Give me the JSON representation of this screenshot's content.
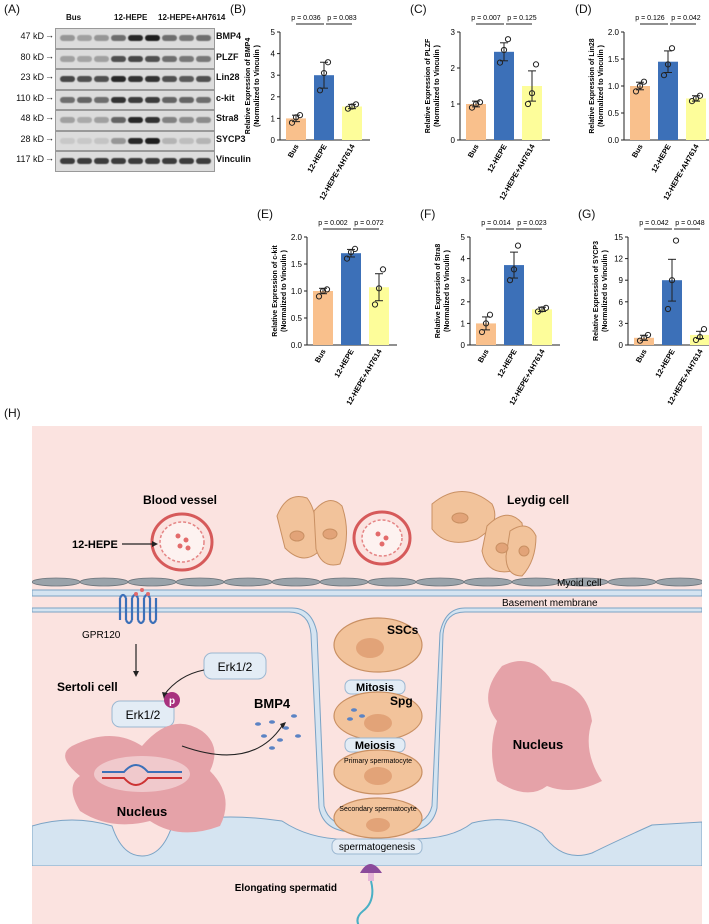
{
  "panels": {
    "a": "(A)",
    "b": "(B)",
    "c": "(C)",
    "d": "(D)",
    "e": "(E)",
    "f": "(F)",
    "g": "(G)",
    "h": "(H)"
  },
  "blot": {
    "groups": [
      "Bus",
      "12-HEPE",
      "12-HEPE+AH7614"
    ],
    "rows": [
      {
        "kd": "47 kD",
        "protein": "BMP4",
        "intensity": [
          0.35,
          0.3,
          0.35,
          0.55,
          0.9,
          0.95,
          0.55,
          0.5,
          0.55
        ]
      },
      {
        "kd": "80 kD",
        "protein": "PLZF",
        "intensity": [
          0.3,
          0.28,
          0.3,
          0.7,
          0.75,
          0.7,
          0.55,
          0.5,
          0.5
        ]
      },
      {
        "kd": "23 kD",
        "protein": "Lin28",
        "intensity": [
          0.75,
          0.7,
          0.7,
          0.9,
          0.85,
          0.85,
          0.7,
          0.65,
          0.7
        ]
      },
      {
        "kd": "110 kD",
        "protein": "c-kit",
        "intensity": [
          0.55,
          0.6,
          0.55,
          0.85,
          0.8,
          0.8,
          0.6,
          0.6,
          0.55
        ]
      },
      {
        "kd": "48 kD",
        "protein": "Stra8",
        "intensity": [
          0.3,
          0.25,
          0.3,
          0.6,
          0.9,
          0.85,
          0.45,
          0.4,
          0.4
        ]
      },
      {
        "kd": "28 kD",
        "protein": "SYCP3",
        "intensity": [
          0.1,
          0.1,
          0.12,
          0.35,
          0.9,
          0.95,
          0.2,
          0.15,
          0.2
        ]
      },
      {
        "kd": "117 kD",
        "protein": "Vinculin",
        "intensity": [
          0.8,
          0.8,
          0.8,
          0.8,
          0.8,
          0.8,
          0.8,
          0.8,
          0.8
        ]
      }
    ]
  },
  "chart_data": [
    {
      "type": "bar",
      "panel": "(B)",
      "categories": [
        "Bus",
        "12-HEPE",
        "12-HEPE+AH7614"
      ],
      "values": [
        1.0,
        3.0,
        1.55
      ],
      "errors": [
        0.15,
        0.6,
        0.1
      ],
      "points": [
        [
          0.8,
          1.05,
          1.15
        ],
        [
          2.3,
          3.1,
          3.6
        ],
        [
          1.45,
          1.55,
          1.65
        ]
      ],
      "ylabel_1": "Relative  Expression of BMP4",
      "ylabel_2": "(Normalized to Vinculin )",
      "ylim": [
        0,
        5
      ],
      "yticks": [
        "0",
        "1",
        "2",
        "3",
        "4",
        "5"
      ],
      "p_left": "p = 0.036",
      "p_right": "p = 0.083"
    },
    {
      "type": "bar",
      "panel": "(C)",
      "categories": [
        "Bus",
        "12-HEPE",
        "12-HEPE+AH7614"
      ],
      "values": [
        1.0,
        2.45,
        1.5
      ],
      "errors": [
        0.08,
        0.25,
        0.42
      ],
      "points": [
        [
          0.9,
          1.0,
          1.05
        ],
        [
          2.15,
          2.5,
          2.8
        ],
        [
          1.0,
          1.3,
          2.1
        ]
      ],
      "ylabel_1": "Relative  Expression of PLZF",
      "ylabel_2": "(Normalized to Vinculin )",
      "ylim": [
        0,
        3
      ],
      "yticks": [
        "0",
        "1",
        "2",
        "3"
      ],
      "p_left": "p = 0.007",
      "p_right": "p = 0.125"
    },
    {
      "type": "bar",
      "panel": "(D)",
      "categories": [
        "Bus",
        "12-HEPE",
        "12-HEPE+AH7614"
      ],
      "values": [
        1.0,
        1.45,
        0.77
      ],
      "errors": [
        0.07,
        0.2,
        0.05
      ],
      "points": [
        [
          0.9,
          1.0,
          1.08
        ],
        [
          1.2,
          1.4,
          1.7
        ],
        [
          0.72,
          0.77,
          0.82
        ]
      ],
      "ylabel_1": "Relative  Expression of Lin28",
      "ylabel_2": "(Normalized to Vinculin )",
      "ylim": [
        0,
        2.0
      ],
      "yticks": [
        "0.0",
        "0.5",
        "1.0",
        "1.5",
        "2.0"
      ],
      "p_left": "p = 0.126",
      "p_right": "p = 0.042"
    },
    {
      "type": "bar",
      "panel": "(E)",
      "categories": [
        "Bus",
        "12-HEPE",
        "12-HEPE+AH7614"
      ],
      "values": [
        1.0,
        1.7,
        1.07
      ],
      "errors": [
        0.05,
        0.07,
        0.25
      ],
      "points": [
        [
          0.9,
          1.0,
          1.03
        ],
        [
          1.6,
          1.72,
          1.78
        ],
        [
          0.75,
          1.05,
          1.4
        ]
      ],
      "ylabel_1": "Relative  Expression of c-kit",
      "ylabel_2": "(Normalized to Vinculin )",
      "ylim": [
        0,
        2.0
      ],
      "yticks": [
        "0.0",
        "0.5",
        "1.0",
        "1.5",
        "2.0"
      ],
      "p_left": "p = 0.002",
      "p_right": "p = 0.072"
    },
    {
      "type": "bar",
      "panel": "(F)",
      "categories": [
        "Bus",
        "12-HEPE",
        "12-HEPE+AH7614"
      ],
      "values": [
        1.0,
        3.7,
        1.65
      ],
      "errors": [
        0.3,
        0.6,
        0.1
      ],
      "points": [
        [
          0.6,
          1.0,
          1.4
        ],
        [
          3.0,
          3.5,
          4.6
        ],
        [
          1.55,
          1.65,
          1.72
        ]
      ],
      "ylabel_1": "Relative  Expression of Stra8",
      "ylabel_2": "(Normalized to Vinculin )",
      "ylim": [
        0,
        5
      ],
      "yticks": [
        "0",
        "1",
        "2",
        "3",
        "4",
        "5"
      ],
      "p_left": "p = 0.014",
      "p_right": "p = 0.023"
    },
    {
      "type": "bar",
      "panel": "(G)",
      "categories": [
        "Bus",
        "12-HEPE",
        "12-HEPE+AH7614"
      ],
      "values": [
        1.0,
        9.0,
        1.4
      ],
      "errors": [
        0.35,
        2.9,
        0.5
      ],
      "points": [
        [
          0.6,
          1.0,
          1.4
        ],
        [
          5.0,
          9.0,
          14.5
        ],
        [
          0.7,
          1.1,
          2.2
        ]
      ],
      "ylabel_1": "Relative  Expression of SYCP3",
      "ylabel_2": "(Normalized to Vinculin )",
      "ylim": [
        0,
        15
      ],
      "yticks": [
        "0",
        "3",
        "6",
        "9",
        "12",
        "15"
      ],
      "p_left": "p = 0.042",
      "p_right": "p = 0.048"
    }
  ],
  "schematic": {
    "blood_vessel": "Blood vessel",
    "hepe": "12-HEPE",
    "leydig": "Leydig cell",
    "myoid": "Myoid cell",
    "basement": "Basement membrane",
    "gpr120": "GPR120",
    "sertoli": "Sertoli cell",
    "erk_top": "Erk1/2",
    "erk_bottom": "Erk1/2",
    "p": "p",
    "bmp4": "BMP4",
    "nucleus_left": "Nucleus",
    "nucleus_right": "Nucleus",
    "sscs": "SSCs",
    "mitosis": "Mitosis",
    "spg": "Spg",
    "meiosis": "Meiosis",
    "primary": "Primary spermatocyte",
    "secondary": "Secondary spermatocyte",
    "spermatogenesis": "spermatogenesis",
    "elongating": "Elongating spermatid"
  },
  "colors": {
    "bus": "#f9c08c",
    "hepe": "#3c70b8",
    "ah": "#fdfd9a",
    "bg_pink": "#fbe3e0",
    "membrane": "#d5e4f1",
    "nucleus": "#e5a2a8"
  }
}
